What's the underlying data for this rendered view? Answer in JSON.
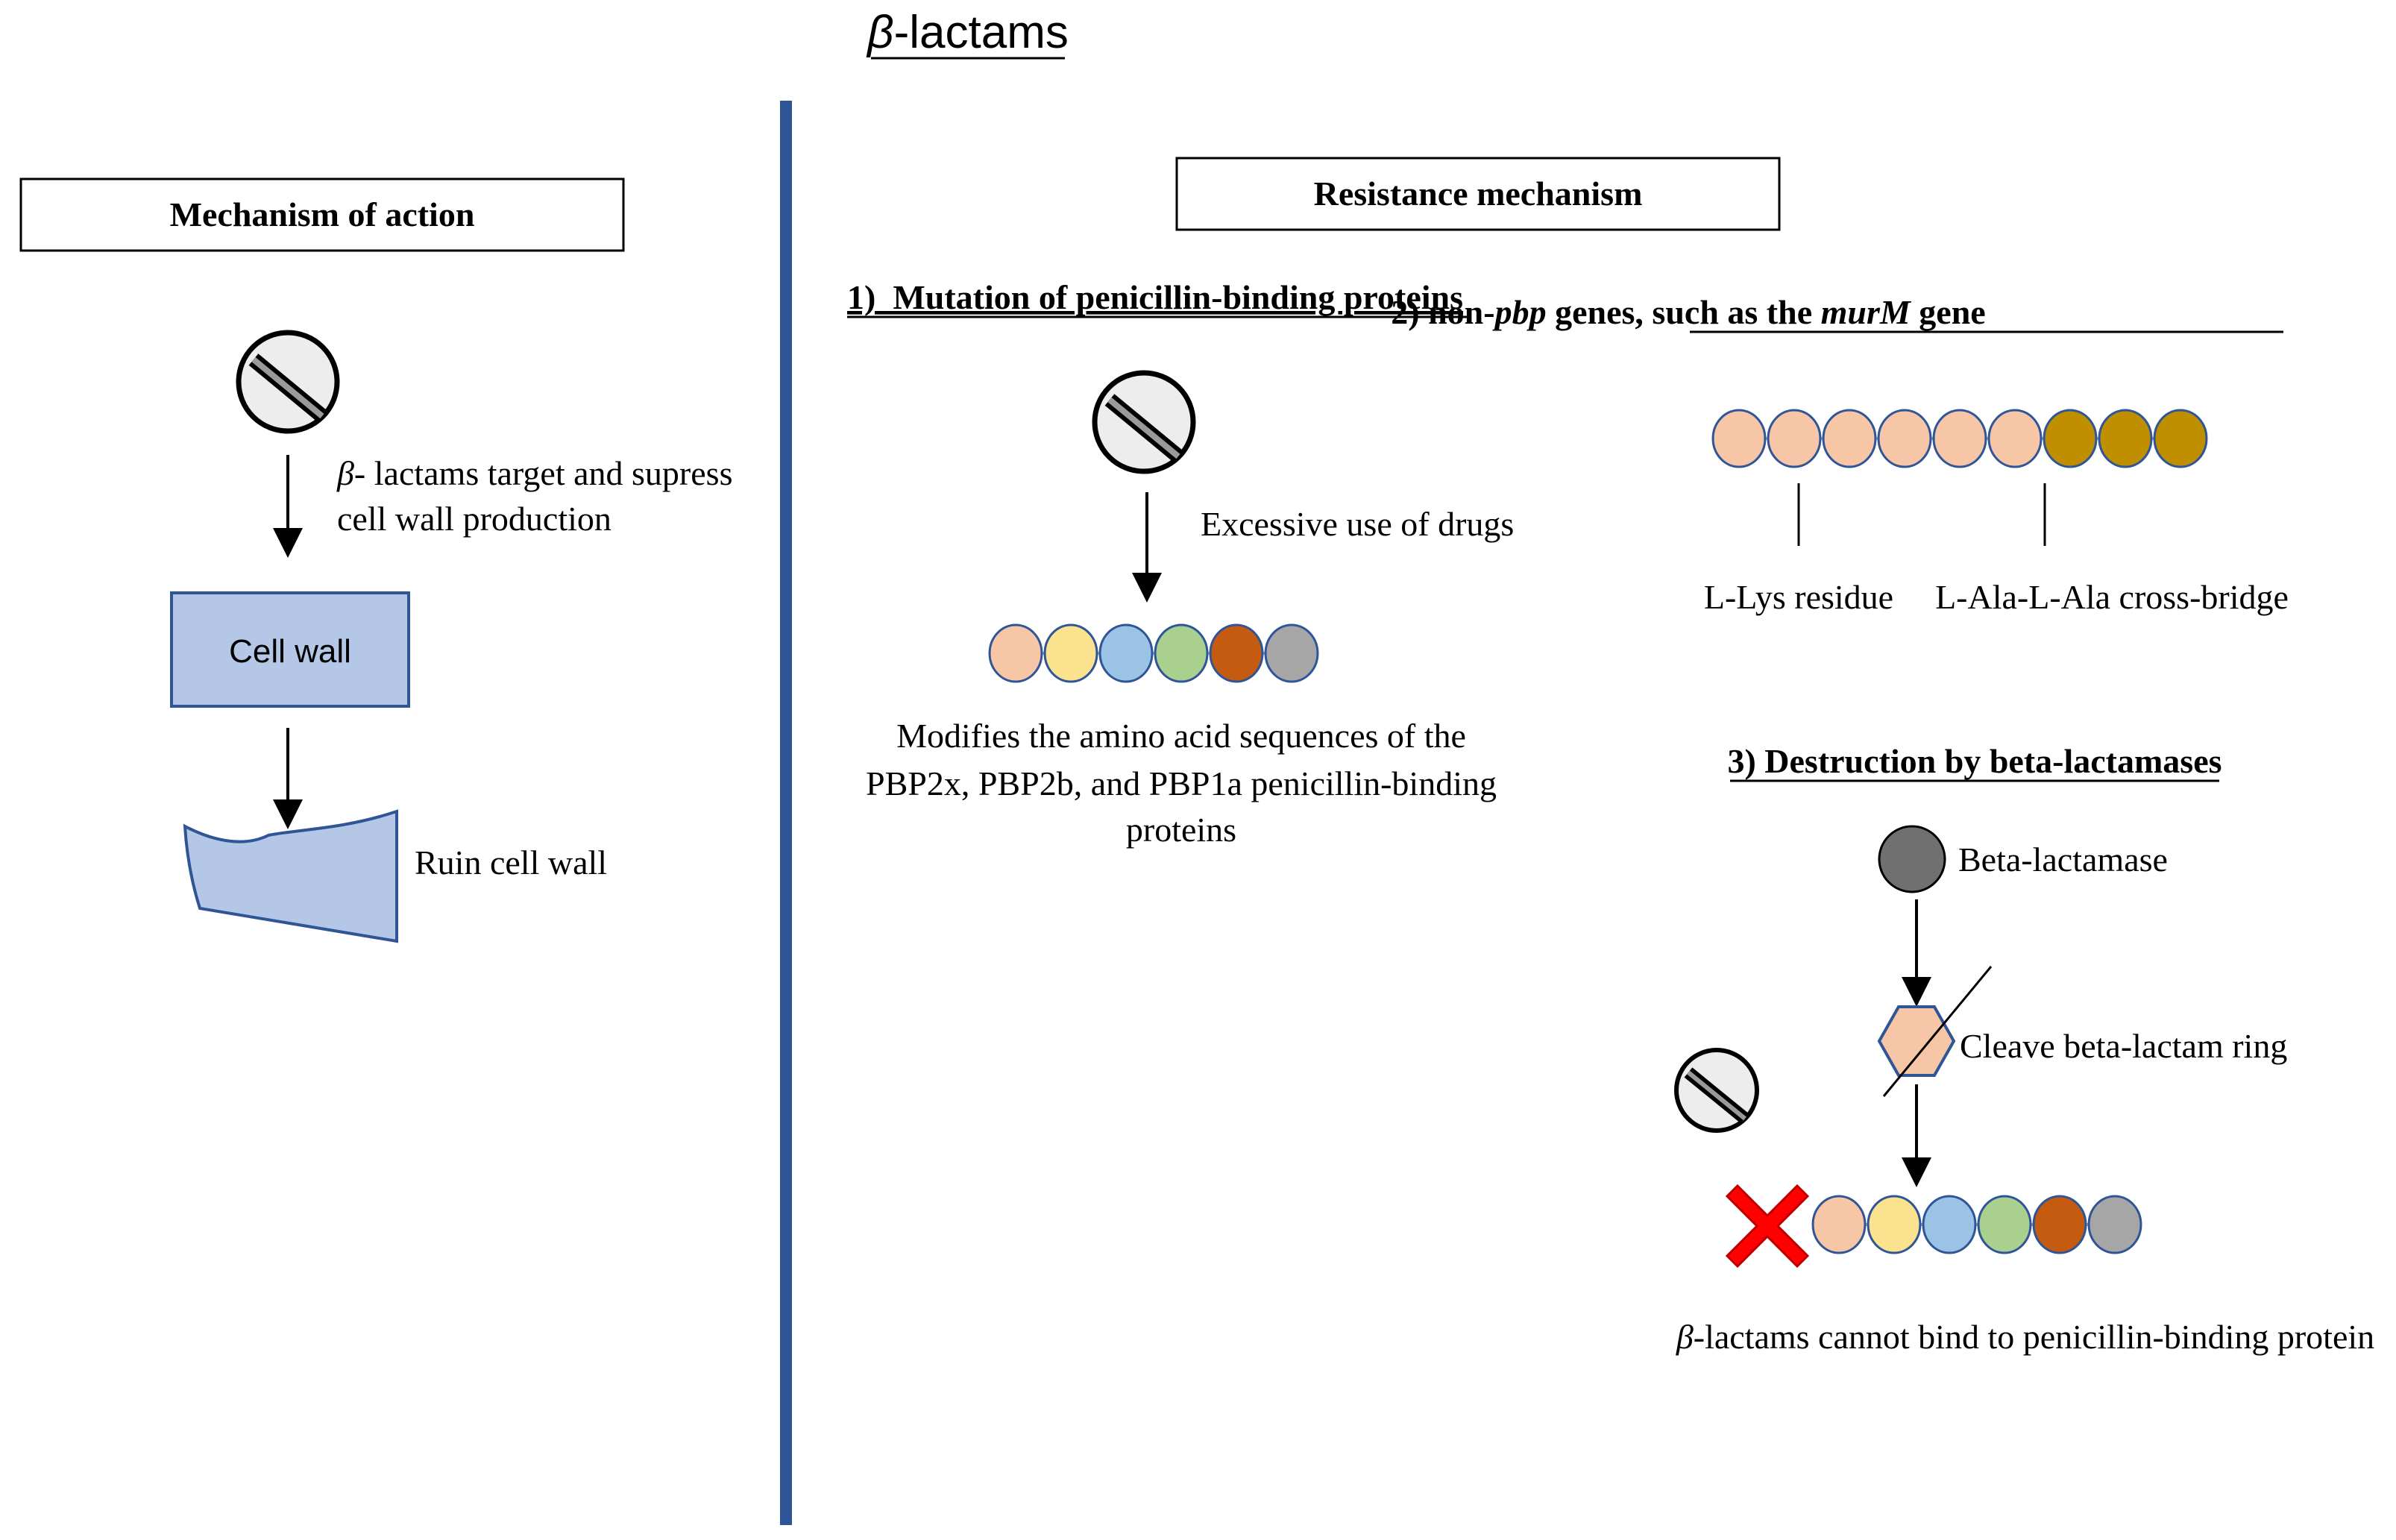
{
  "title": {
    "prefix": "β",
    "rest": "-lactams"
  },
  "left": {
    "header": "Mechanism of action",
    "pill_icon": "pill-icon",
    "arrow_text_line1_prefix": "β",
    "arrow_text_line1_rest": "- lactams target and supress",
    "arrow_text_line2": "cell wall production",
    "cell_wall_box": "Cell wall",
    "ruin_label": "Ruin cell wall"
  },
  "right": {
    "header": "Resistance mechanism",
    "section1": {
      "title": "1)  Mutation of penicillin-binding proteins",
      "pill_icon": "pill-icon",
      "arrow_text": "Excessive use of drugs",
      "chain_colors": [
        "#f7c6a6",
        "#fbe28f",
        "#9bc3e6",
        "#a9d08e",
        "#c55a11",
        "#a6a6a6"
      ],
      "desc_lines": [
        "Modifies the amino acid sequences of the",
        "PBP2x, PBP2b, and PBP1a penicillin-binding",
        "proteins"
      ]
    },
    "section2": {
      "title_part1": "2) non-",
      "title_part2": "pbp",
      "title_part3": " genes, such as the ",
      "title_part4": "murM",
      "title_part5": " gene",
      "chain_colors": [
        "#f7c6a6",
        "#f7c6a6",
        "#f7c6a6",
        "#f7c6a6",
        "#f7c6a6",
        "#f7c6a6",
        "#bf8f00",
        "#bf8f00",
        "#bf8f00"
      ],
      "label_lys": "L-Lys residue",
      "label_ala": "L-Ala-L-Ala cross-bridge"
    },
    "section3": {
      "title": "3) Destruction by beta-lactamases",
      "enzyme_label": "Beta-lactamase",
      "cleave_label": "Cleave beta-lactam ring",
      "pill_icon": "pill-icon",
      "x_icon": "red-x-icon",
      "chain_colors": [
        "#f7c6a6",
        "#fbe28f",
        "#9bc3e6",
        "#a9d08e",
        "#c55a11",
        "#a6a6a6"
      ],
      "bottom_prefix": "β",
      "bottom_rest": "-lactams cannot bind to penicillin-binding protein"
    }
  },
  "colors": {
    "divider": "#2f5597",
    "box_fill": "#b4c7e7",
    "box_stroke": "#2f5597",
    "enzyme": "#707070",
    "hexagon": "#f7c6a6",
    "red_x": "#ff0000"
  }
}
